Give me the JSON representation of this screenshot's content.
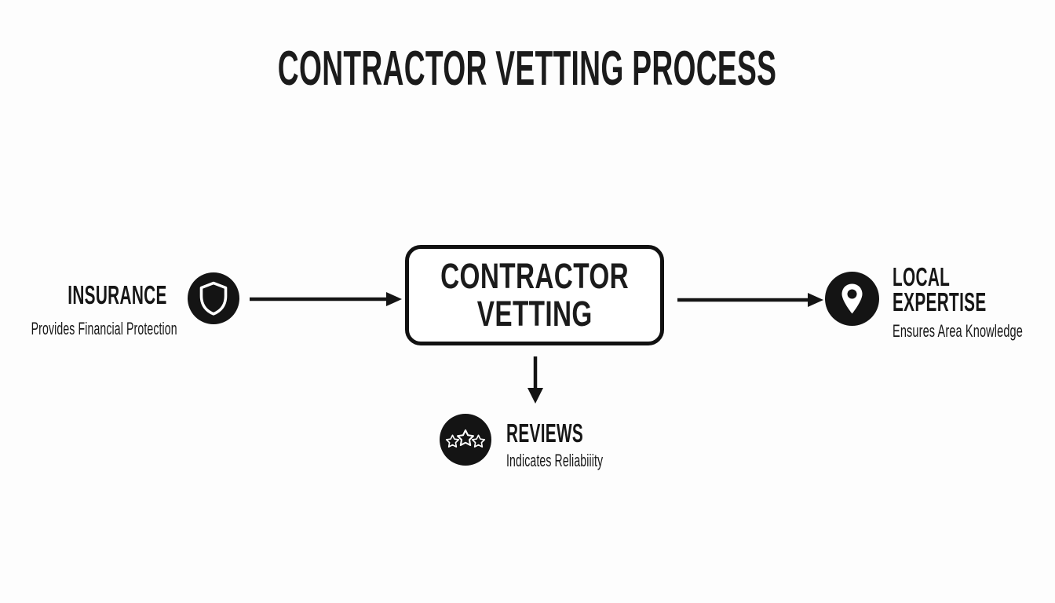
{
  "title": "CONTRACTOR VETTING PROCESS",
  "center_box": {
    "line1": "CONTRACTOR",
    "line2": "VETTING"
  },
  "nodes": {
    "insurance": {
      "label": "INSURANCE",
      "description": "Provides Financial Protection",
      "icon": "shield-icon"
    },
    "local_expertise": {
      "line1": "LOCAL",
      "line2": "EXPERTISE",
      "description": "Ensures Area Knowledge",
      "icon": "location-pin-icon"
    },
    "reviews": {
      "label": "REVIEWS",
      "description": "Indicates Reliabiiity",
      "icon": "stars-icon"
    }
  },
  "colors": {
    "ink": "#161616",
    "background": "#fdfdfd",
    "box_border": "#111111",
    "icon_background": "#141414",
    "icon_foreground": "#ffffff"
  }
}
